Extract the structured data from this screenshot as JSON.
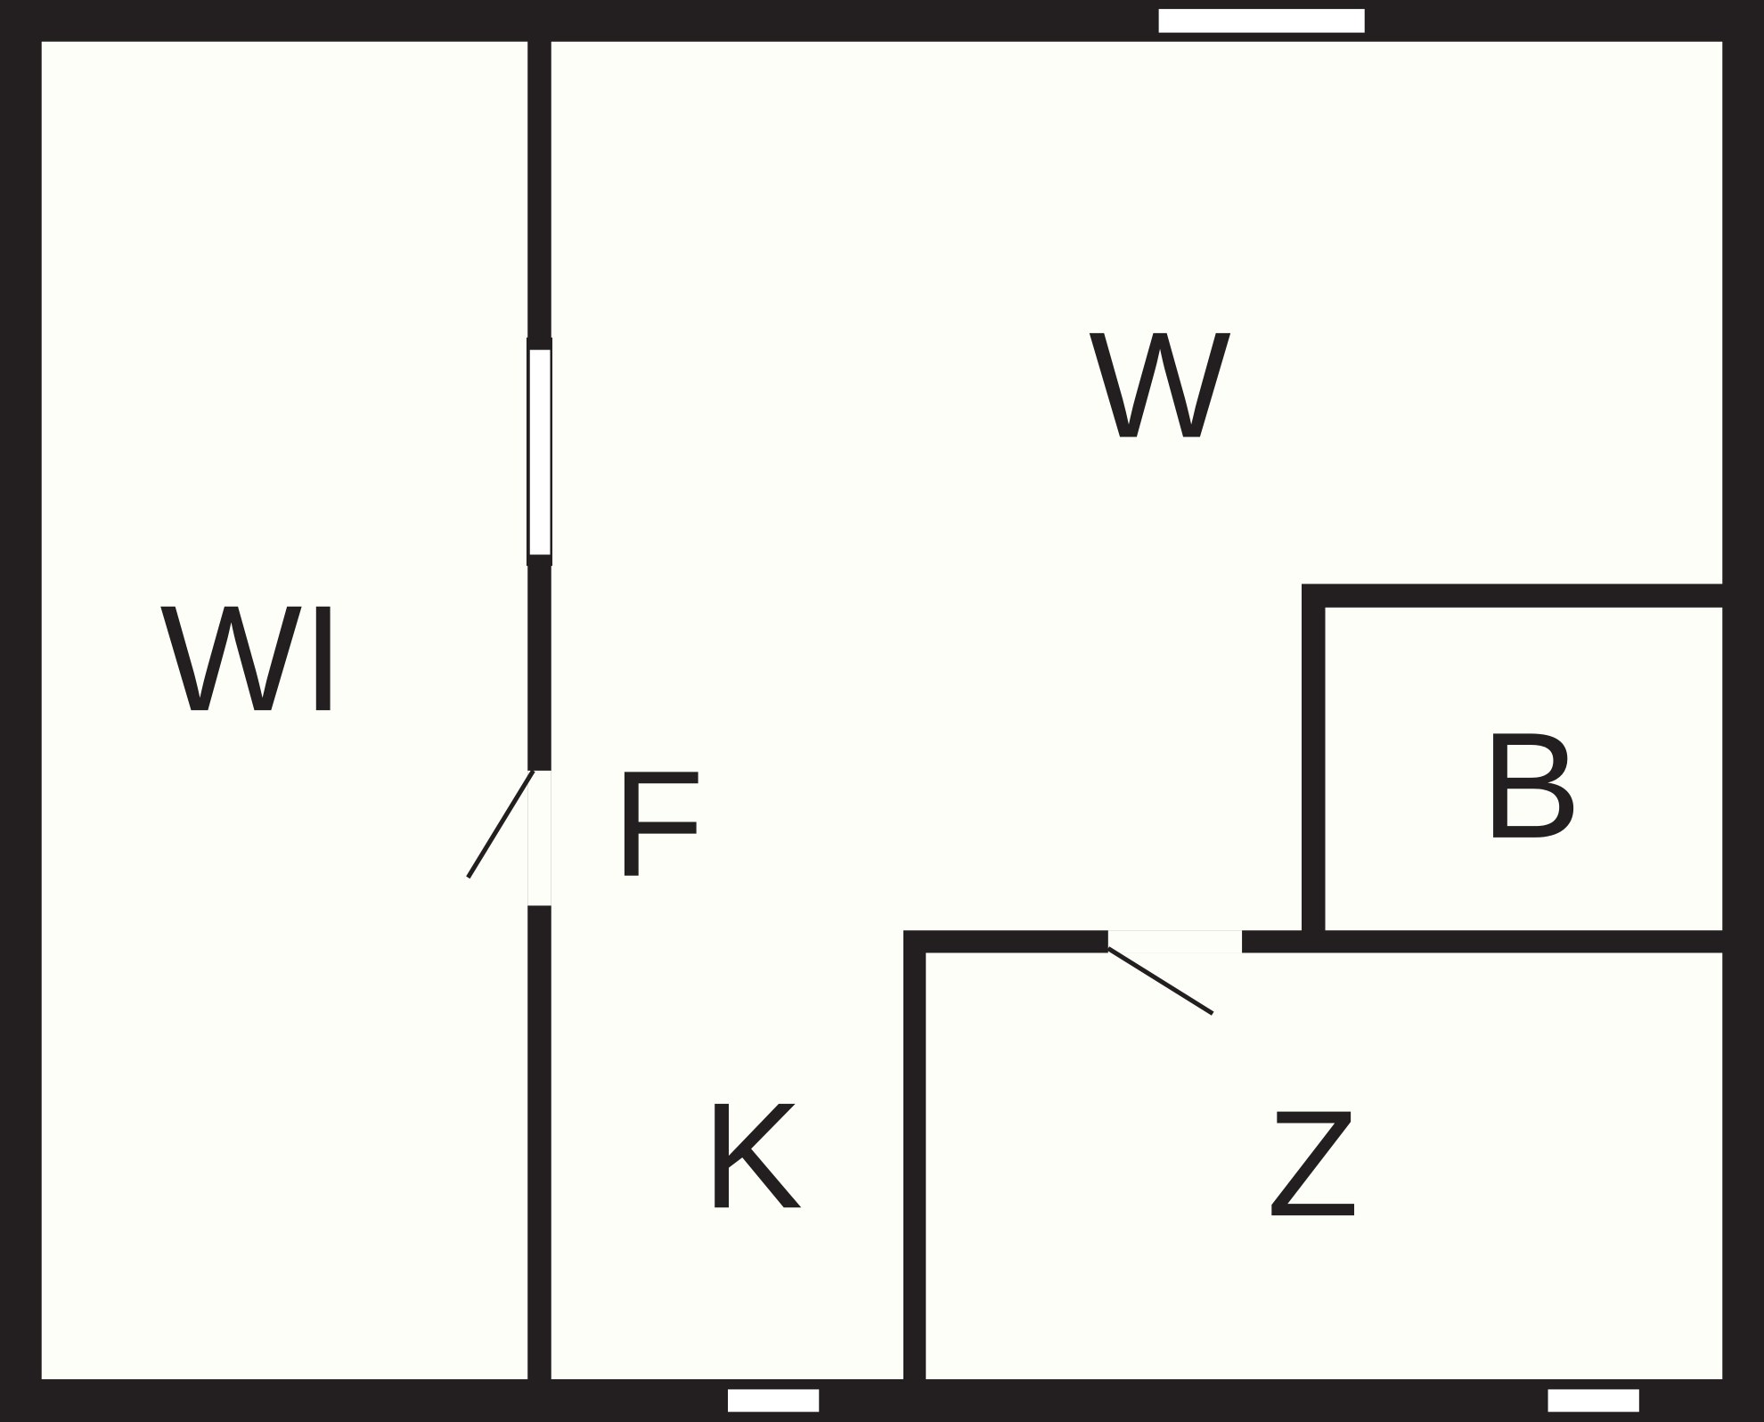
{
  "plan": {
    "wall_color": "#231f20",
    "floor_color": "#fdfef8",
    "rooms": {
      "wi": "WI",
      "w": "W",
      "f": "F",
      "b": "B",
      "k": "K",
      "z": "Z"
    }
  }
}
